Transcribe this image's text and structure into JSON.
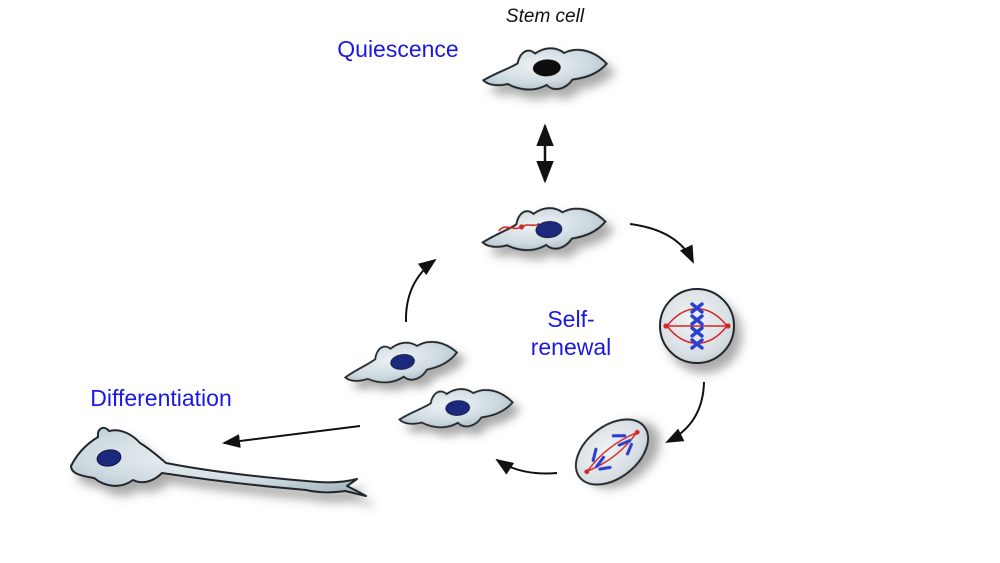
{
  "labels": {
    "stem_cell": "Stem cell",
    "quiescence": "Quiescence",
    "self_renewal_line1": "Self-",
    "self_renewal_line2": "renewal",
    "differentiation": "Differentiation"
  },
  "colors": {
    "label_blue": "#1a19dd",
    "text_black": "#111111",
    "nucleus_black": "#0d0d0d",
    "nucleus_navy": "#1c2a7e",
    "chromosome_blue": "#2a3fd0",
    "spindle_red": "#d42525",
    "outline_dark": "#20262a",
    "background": "#ffffff"
  }
}
